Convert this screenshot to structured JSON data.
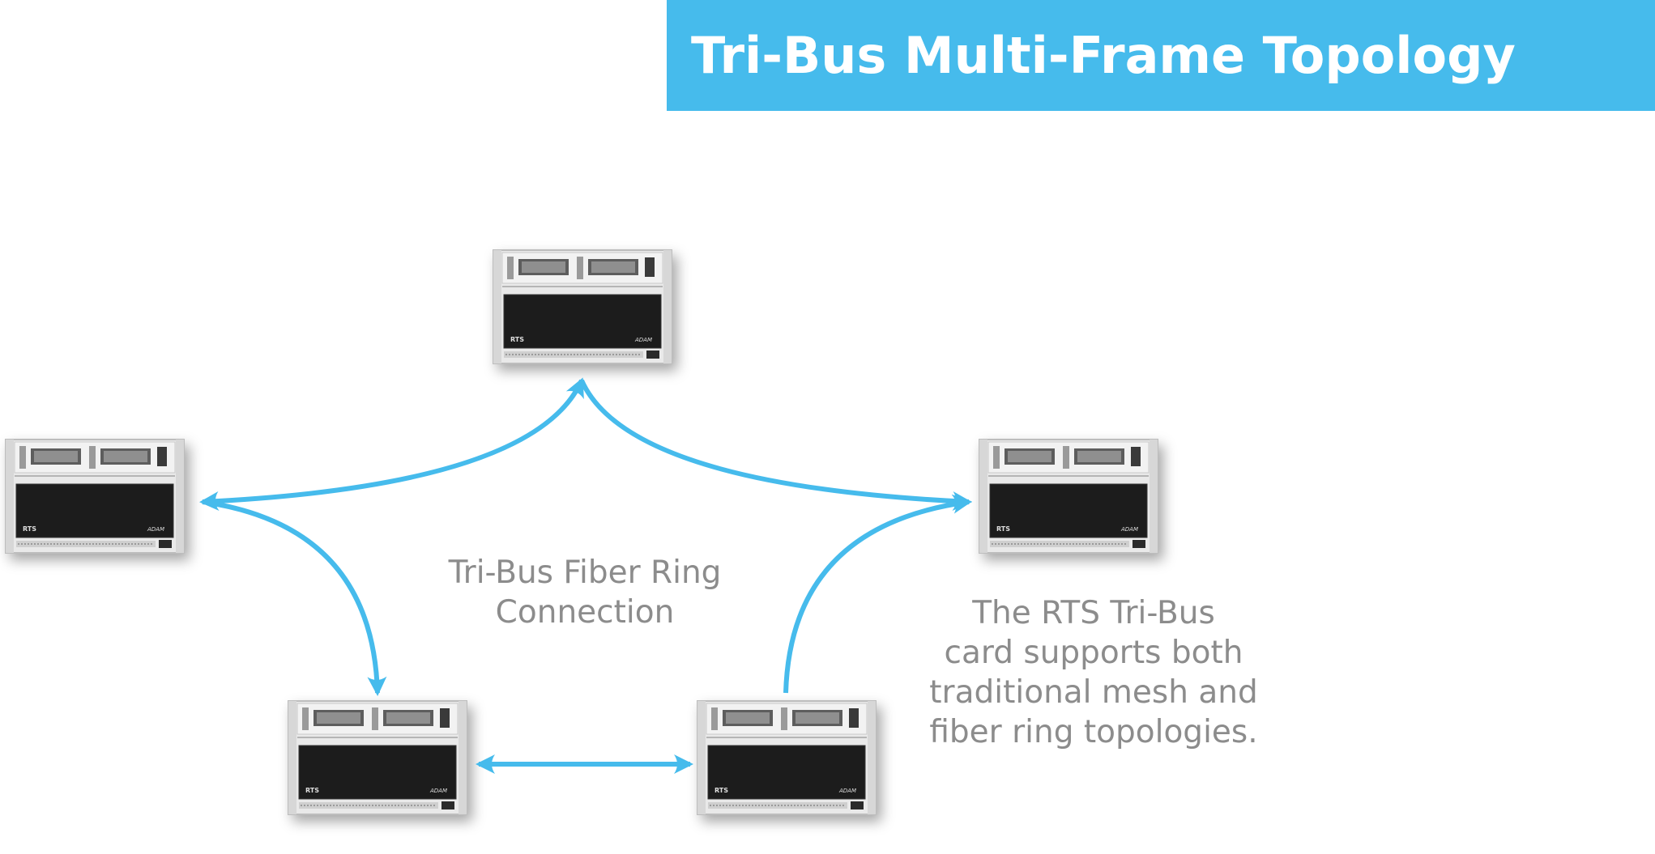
{
  "title": "Tri-Bus Multi-Frame Topology",
  "ring_label": "Tri-Bus Fiber Ring\nConnection",
  "note": "The RTS Tri-Bus\ncard supports both\ntraditional mesh and\nfiber ring topologies.",
  "frame_logo": "RTS",
  "frame_model": "ADAM",
  "colors": {
    "accent": "#46BBEC",
    "label": "#8c8c8c",
    "banner_text": "#ffffff"
  }
}
